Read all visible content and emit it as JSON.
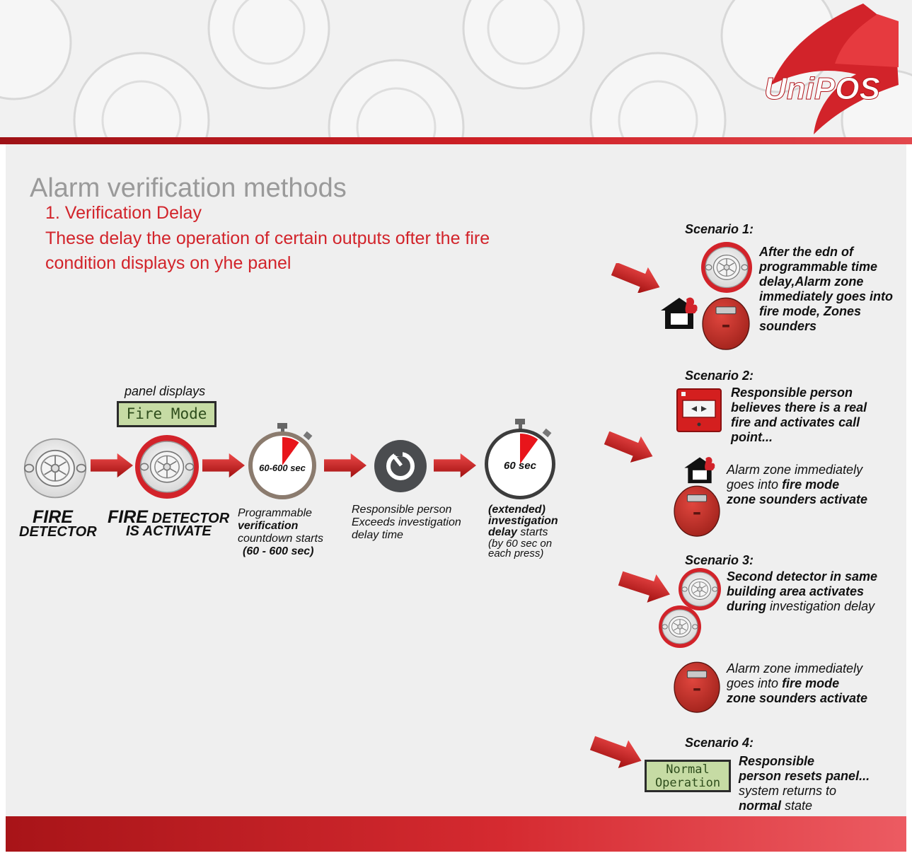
{
  "brand": {
    "logo_text": "UniPOS"
  },
  "colors": {
    "accent": "#d2232a",
    "title_gray": "#9a9a9a",
    "lcd_green": "#c6dba4"
  },
  "title": "Alarm verification methods",
  "section": {
    "title": "1. Verification Delay",
    "description": "These delay the operation of certain outputs ofter the fire condition displays on yhe panel"
  },
  "flow": {
    "panel_caption": "panel displays",
    "panel_lcd": "Fire Mode",
    "step1": {
      "line1": "FIRE",
      "line2": "DETECTOR"
    },
    "step2": {
      "bold": "FIRE",
      "line1_rest": " DETECTOR",
      "line2": "IS ACTIVATE"
    },
    "timer1_label": "60-600 sec",
    "timer1_fill": 0.1,
    "step3": {
      "l1": "Programmable",
      "l2": "verification",
      "l3": "countdown starts",
      "l4": "(60 - 600 sec)"
    },
    "step4": {
      "l1": "Responsible person",
      "l2": "Exceeds investigation",
      "l3": "delay time"
    },
    "timer2_label": "60 sec",
    "timer2_fill": 0.1,
    "step5": {
      "l1": "(extended)",
      "l2": "investigation",
      "l3a": "delay",
      "l3b": " starts",
      "l4": "(by 60 sec on",
      "l5": "each press)"
    }
  },
  "scenarios": [
    {
      "title": "Scenario 1:",
      "text": "After the edn of programmable time delay,Alarm zone immediately goes into fire mode, Zones sounders"
    },
    {
      "title": "Scenario 2:",
      "text_a": {
        "b1": "Responsible person",
        "b2": "believes",
        "n1": " there is a ",
        "b3": "real",
        "b4": "fire and activates call",
        "b5": "point..."
      },
      "text_b": {
        "n1": "Alarm zone immediately",
        "n2": "goes into ",
        "b1": "fire mode",
        "b2": "zone sounders activate"
      }
    },
    {
      "title": "Scenario 3:",
      "text_a": {
        "b1": "Second detector in same",
        "b2": "building area activates",
        "b3": "during",
        "n1": " investigation delay"
      },
      "text_b": {
        "n1": "Alarm zone immediately",
        "n2": "goes into ",
        "b1": "fire mode",
        "b2": "zone sounders activate"
      }
    },
    {
      "title": "Scenario 4:",
      "lcd_l1": "Normal",
      "lcd_l2": "Operation",
      "text": {
        "b1": "Responsible",
        "b2": "person resets panel...",
        "n1": "system returns to",
        "b3": "normal",
        "n2": " state"
      }
    }
  ]
}
